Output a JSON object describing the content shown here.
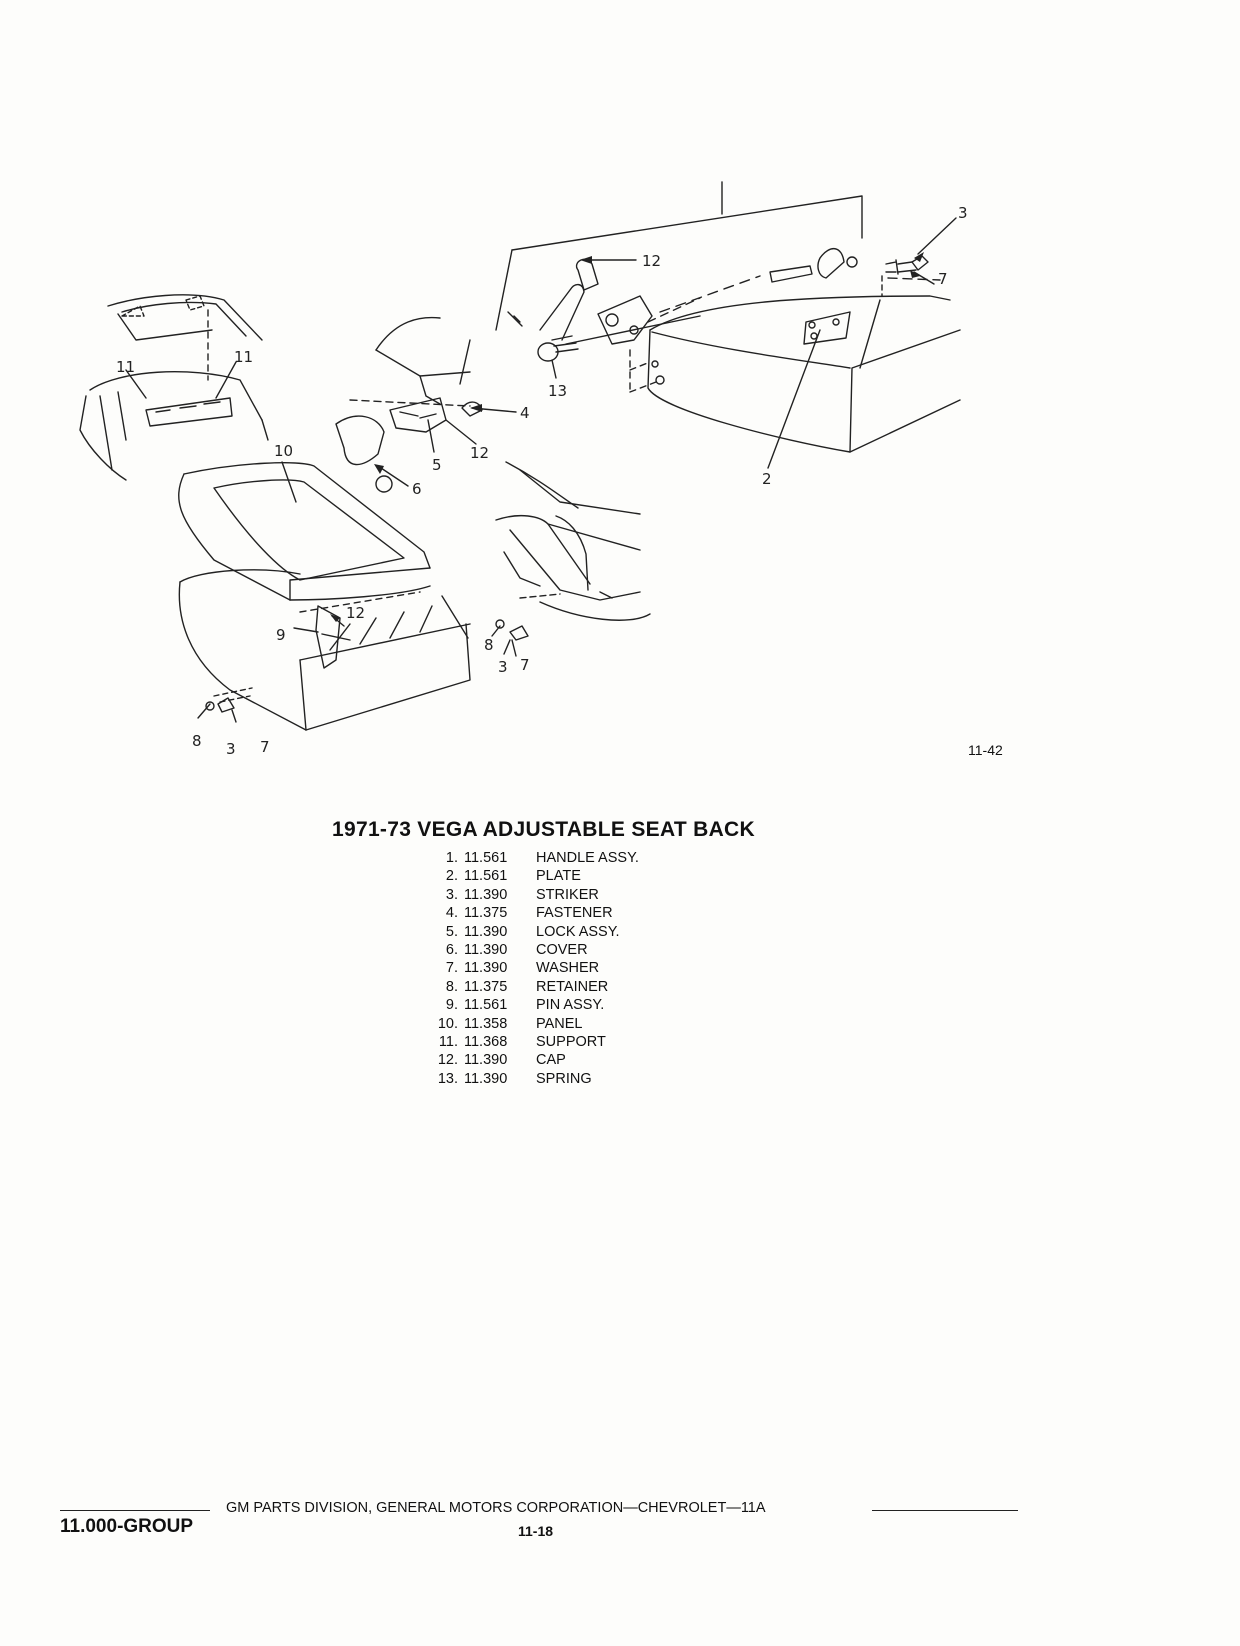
{
  "diagram": {
    "callouts": [
      {
        "id": "c12a",
        "text": "12"
      },
      {
        "id": "c3a",
        "text": "3"
      },
      {
        "id": "c7a",
        "text": "7"
      },
      {
        "id": "c13",
        "text": "13"
      },
      {
        "id": "c11a",
        "text": "11"
      },
      {
        "id": "c11b",
        "text": "11"
      },
      {
        "id": "c4",
        "text": "4"
      },
      {
        "id": "c5",
        "text": "5"
      },
      {
        "id": "c12b",
        "text": "12"
      },
      {
        "id": "c6",
        "text": "6"
      },
      {
        "id": "c10",
        "text": "10"
      },
      {
        "id": "c2",
        "text": "2"
      },
      {
        "id": "c12c",
        "text": "12"
      },
      {
        "id": "c9",
        "text": "9"
      },
      {
        "id": "c8a",
        "text": "8"
      },
      {
        "id": "c3b",
        "text": "3"
      },
      {
        "id": "c7b",
        "text": "7"
      },
      {
        "id": "c8b",
        "text": "8"
      },
      {
        "id": "c3c",
        "text": "3"
      },
      {
        "id": "c7c",
        "text": "7"
      }
    ],
    "figure_ref": "11-42"
  },
  "title": "1971-73 VEGA ADJUSTABLE SEAT BACK",
  "parts": [
    {
      "num": "1.",
      "code": "11.561",
      "name": "HANDLE ASSY."
    },
    {
      "num": "2.",
      "code": "11.561",
      "name": "PLATE"
    },
    {
      "num": "3.",
      "code": "11.390",
      "name": "STRIKER"
    },
    {
      "num": "4.",
      "code": "11.375",
      "name": "FASTENER"
    },
    {
      "num": "5.",
      "code": "11.390",
      "name": "LOCK ASSY."
    },
    {
      "num": "6.",
      "code": "11.390",
      "name": "COVER"
    },
    {
      "num": "7.",
      "code": "11.390",
      "name": "WASHER"
    },
    {
      "num": "8.",
      "code": "11.375",
      "name": "RETAINER"
    },
    {
      "num": "9.",
      "code": "11.561",
      "name": "PIN ASSY."
    },
    {
      "num": "10.",
      "code": "11.358",
      "name": "PANEL"
    },
    {
      "num": "11.",
      "code": "11.368",
      "name": "SUPPORT"
    },
    {
      "num": "12.",
      "code": "11.390",
      "name": "CAP"
    },
    {
      "num": "13.",
      "code": "11.390",
      "name": "SPRING"
    }
  ],
  "footer": {
    "division": "GM PARTS DIVISION, GENERAL MOTORS CORPORATION—CHEVROLET—11A",
    "group": "11.000-GROUP",
    "page": "11-18"
  },
  "colors": {
    "ink": "#222222",
    "paper": "#fdfdfb"
  }
}
